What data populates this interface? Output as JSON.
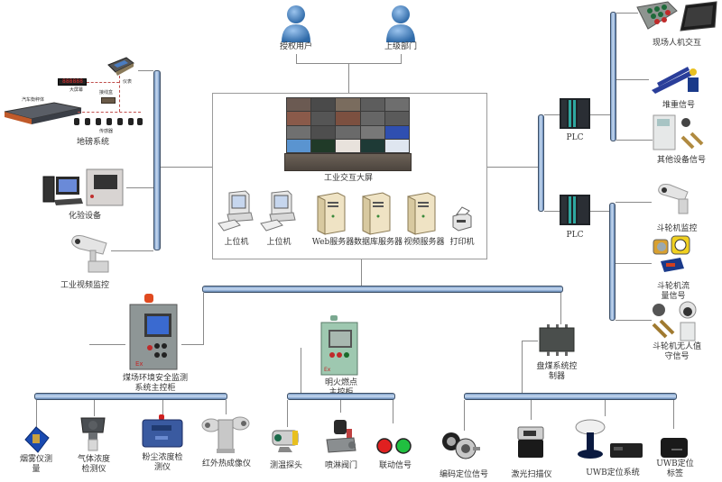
{
  "top_users": [
    {
      "label": "授权用户",
      "icon": "user-icon"
    },
    {
      "label": "上级部门",
      "icon": "user-icon"
    }
  ],
  "control_center": {
    "video_wall_label": "工业交互大屏",
    "devices": [
      {
        "label": "上位机",
        "icon": "workstation-icon"
      },
      {
        "label": "上位机",
        "icon": "workstation-icon"
      },
      {
        "label": "Web服务器",
        "icon": "server-icon"
      },
      {
        "label": "数据库服务器",
        "icon": "server-icon"
      },
      {
        "label": "视频服务器",
        "icon": "server-icon"
      },
      {
        "label": "打印机",
        "icon": "printer-icon"
      }
    ]
  },
  "left_branch": {
    "items": [
      {
        "label": "地磅系统",
        "icon": "truck-scale-icon",
        "sub_labels": {
          "display": "大屏幕",
          "platform": "汽车衡秤体",
          "terminal": "仪表",
          "junction": "接线盒",
          "sensors": "传感器",
          "readout": "888888"
        }
      },
      {
        "label": "化验设备",
        "icon": "lab-equipment-icon"
      },
      {
        "label": "工业视频监控",
        "icon": "cctv-camera-icon"
      }
    ]
  },
  "right_branch": {
    "plcs": [
      {
        "label": "PLC",
        "items": [
          {
            "label": "现场人机交互",
            "icon": "control-panel-icon"
          },
          {
            "label": "堆重信号",
            "icon": "conveyor-scale-icon"
          },
          {
            "label": "其他设备信号",
            "icon": "inverter-sensor-icon"
          }
        ]
      },
      {
        "label": "PLC",
        "items": [
          {
            "label": "斗轮机监控",
            "icon": "cctv-camera-icon"
          },
          {
            "label": "斗轮机流量信号",
            "icon": "flow-sensor-icon"
          },
          {
            "label": "斗轮机无人值守信号",
            "icon": "unmanned-signal-icon"
          }
        ]
      }
    ]
  },
  "bottom_subsystems": [
    {
      "label": "煤场环境安全监测系统主控柜",
      "icon": "explosion-proof-cabinet-icon",
      "devices": [
        {
          "label": "烟雾仪测量",
          "icon": "smoke-detector-icon"
        },
        {
          "label": "气体浓度检测仪",
          "icon": "gas-detector-icon"
        },
        {
          "label": "粉尘浓度检测仪",
          "icon": "dust-detector-icon"
        },
        {
          "label": "红外热成像仪",
          "icon": "thermal-camera-icon"
        }
      ]
    },
    {
      "label": "明火燃点主控柜",
      "icon": "fire-control-cabinet-icon",
      "devices": [
        {
          "label": "测温探头",
          "icon": "temperature-probe-icon"
        },
        {
          "label": "喷淋阀门",
          "icon": "spray-valve-icon"
        },
        {
          "label": "联动信号",
          "icon": "signal-lights-icon"
        }
      ]
    },
    {
      "label": "盘煤系统控制器",
      "icon": "junction-controller-icon",
      "devices": [
        {
          "label": "编码定位信号",
          "icon": "encoder-icon"
        },
        {
          "label": "激光扫描仪",
          "icon": "laser-scanner-icon"
        },
        {
          "label": "UWB定位系统",
          "icon": "gps-antenna-icon"
        },
        {
          "label": "UWB定位标签",
          "icon": "uwb-tag-icon"
        }
      ]
    }
  ],
  "colors": {
    "bus_fill": "#aac4e6",
    "bus_border": "#3d4f66",
    "line": "#8a8a8a",
    "dashed_link": "#c0504d"
  }
}
